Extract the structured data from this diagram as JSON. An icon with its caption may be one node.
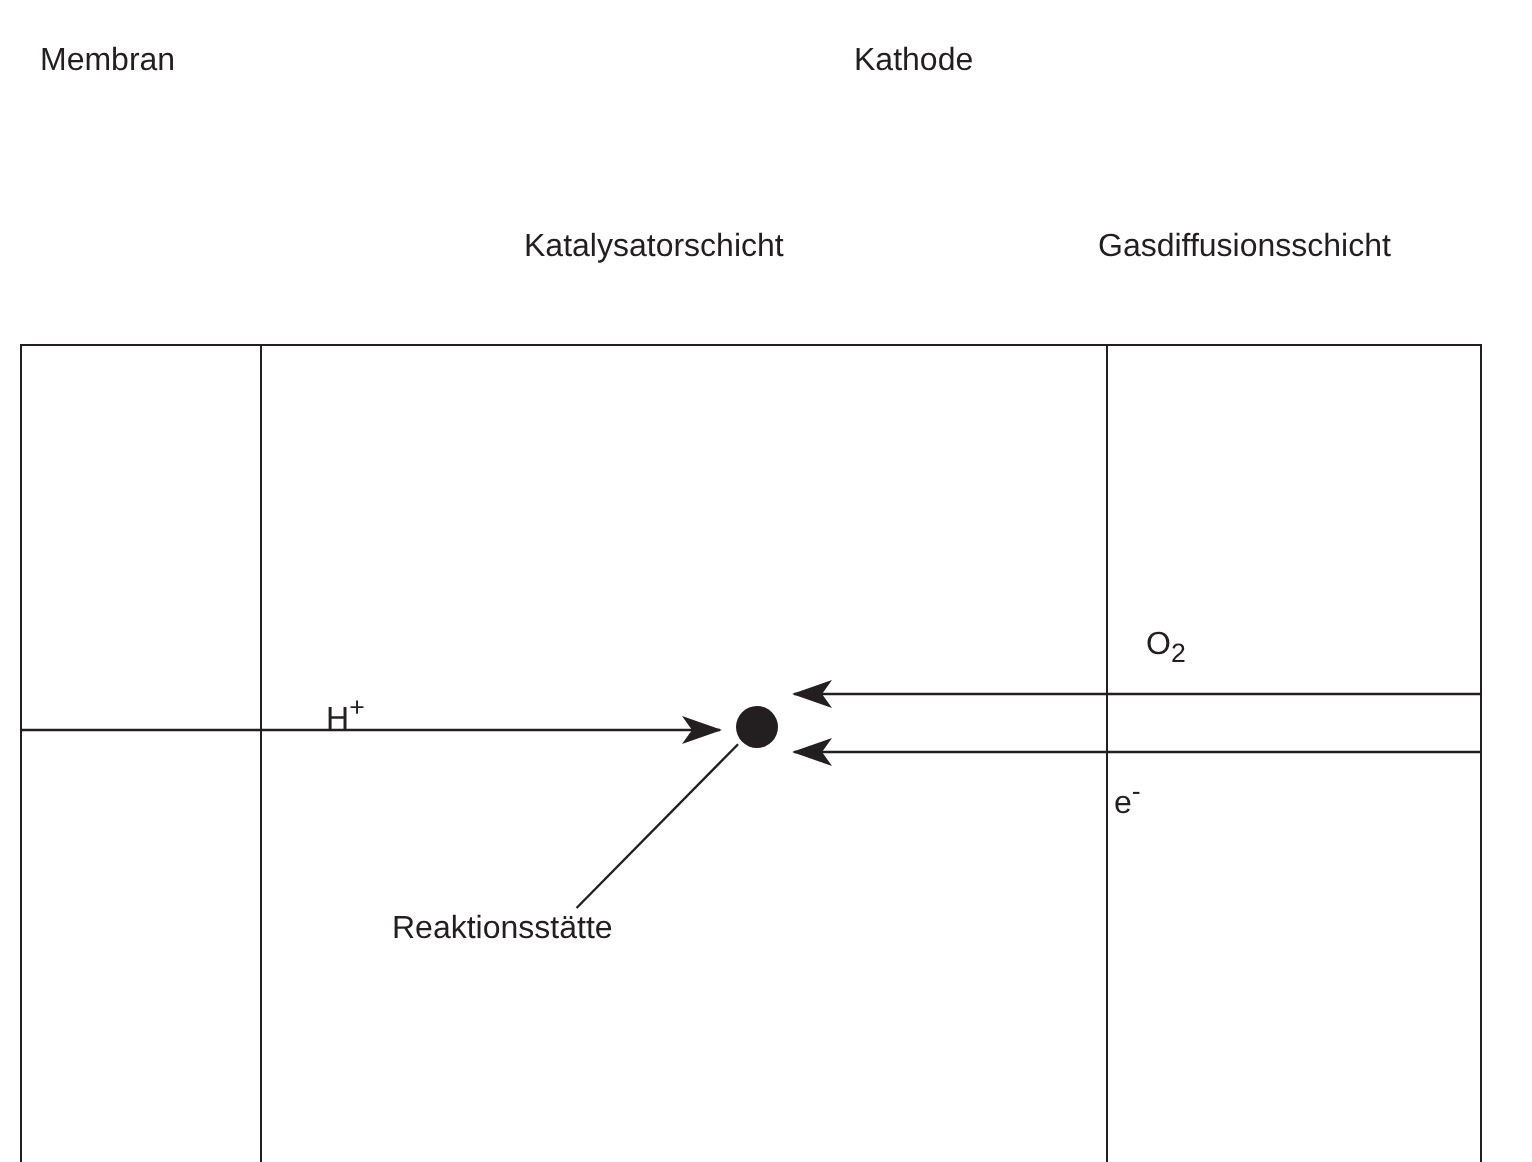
{
  "diagram": {
    "nodes": [
      {
        "text": [],
        "shape": "box"
      },
      {
        "text": [
          "Katalysatorschicht"
        ]
      },
      {
        "text": [
          "Gasdiffusionsschicht"
        ]
      },
      {
        "text": [],
        "shape": "circle",
        "in": 1
      },
      {
        "text": [
          "Reaktionsstätte"
        ],
        "in": 1
      }
    ],
    "edges": [
      {
        "from": 0,
        "to": 3,
        "arrow": "to",
        "label": "H$^{+}$"
      },
      {
        "from": 2,
        "to": 3,
        "arrow": "to",
        "label": "O$_{2}$"
      },
      {
        "from": 2,
        "to": 3,
        "arrow": "to",
        "label": "e$^{-}$"
      },
      {
        "from": 4,
        "to": 3,
        "arrow": "none"
      }
    ],
    "labels": [
      "Membran",
      "Kathode"
    ]
  }
}
